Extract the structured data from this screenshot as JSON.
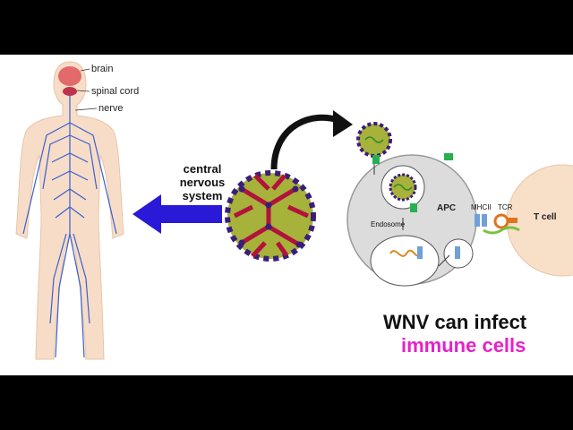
{
  "colors": {
    "accent_magenta": "#e621c8",
    "arrow_blue": "#2a19d6",
    "nerve_blue": "#3a5fd0",
    "body_skin": "#f7ddc7",
    "brain_red": "#e26a6a"
  },
  "body_labels": {
    "brain": "brain",
    "spinal_cord": "spinal cord",
    "nerve": "nerve"
  },
  "cns_label": {
    "line1": "central",
    "line2": "nervous",
    "line3": "system"
  },
  "apc_labels": {
    "apc": "APC",
    "endosome": "Endosome",
    "mhcii": "MHCII",
    "tcr": "TCR",
    "tcell": "T cell"
  },
  "caption": {
    "line1": "WNV can infect",
    "line2": "immune cells"
  }
}
